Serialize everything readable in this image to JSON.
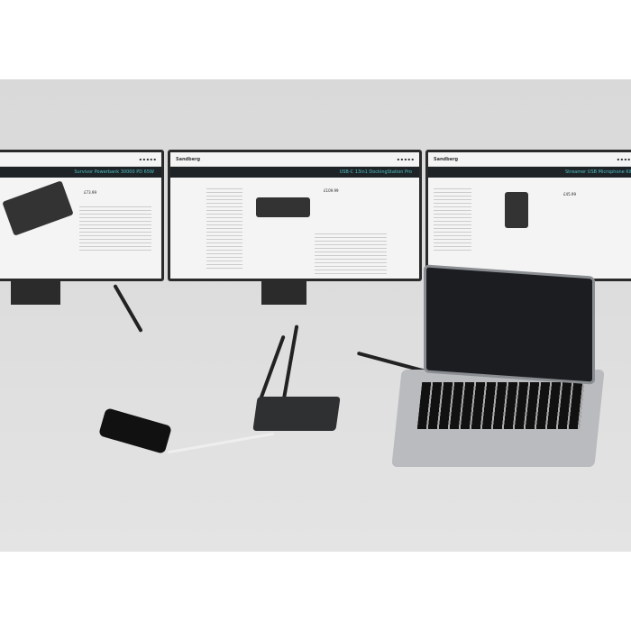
{
  "brand": "Sandberg",
  "monitors": [
    {
      "title": "Survivor Powerbank 30000 PD 65W",
      "price": "£73.99"
    },
    {
      "title": "USB-C 13in1 DockingStation Pro",
      "price": "£109.99"
    },
    {
      "title": "Streamer USB Microphone Kit",
      "price": "£45.99"
    }
  ]
}
